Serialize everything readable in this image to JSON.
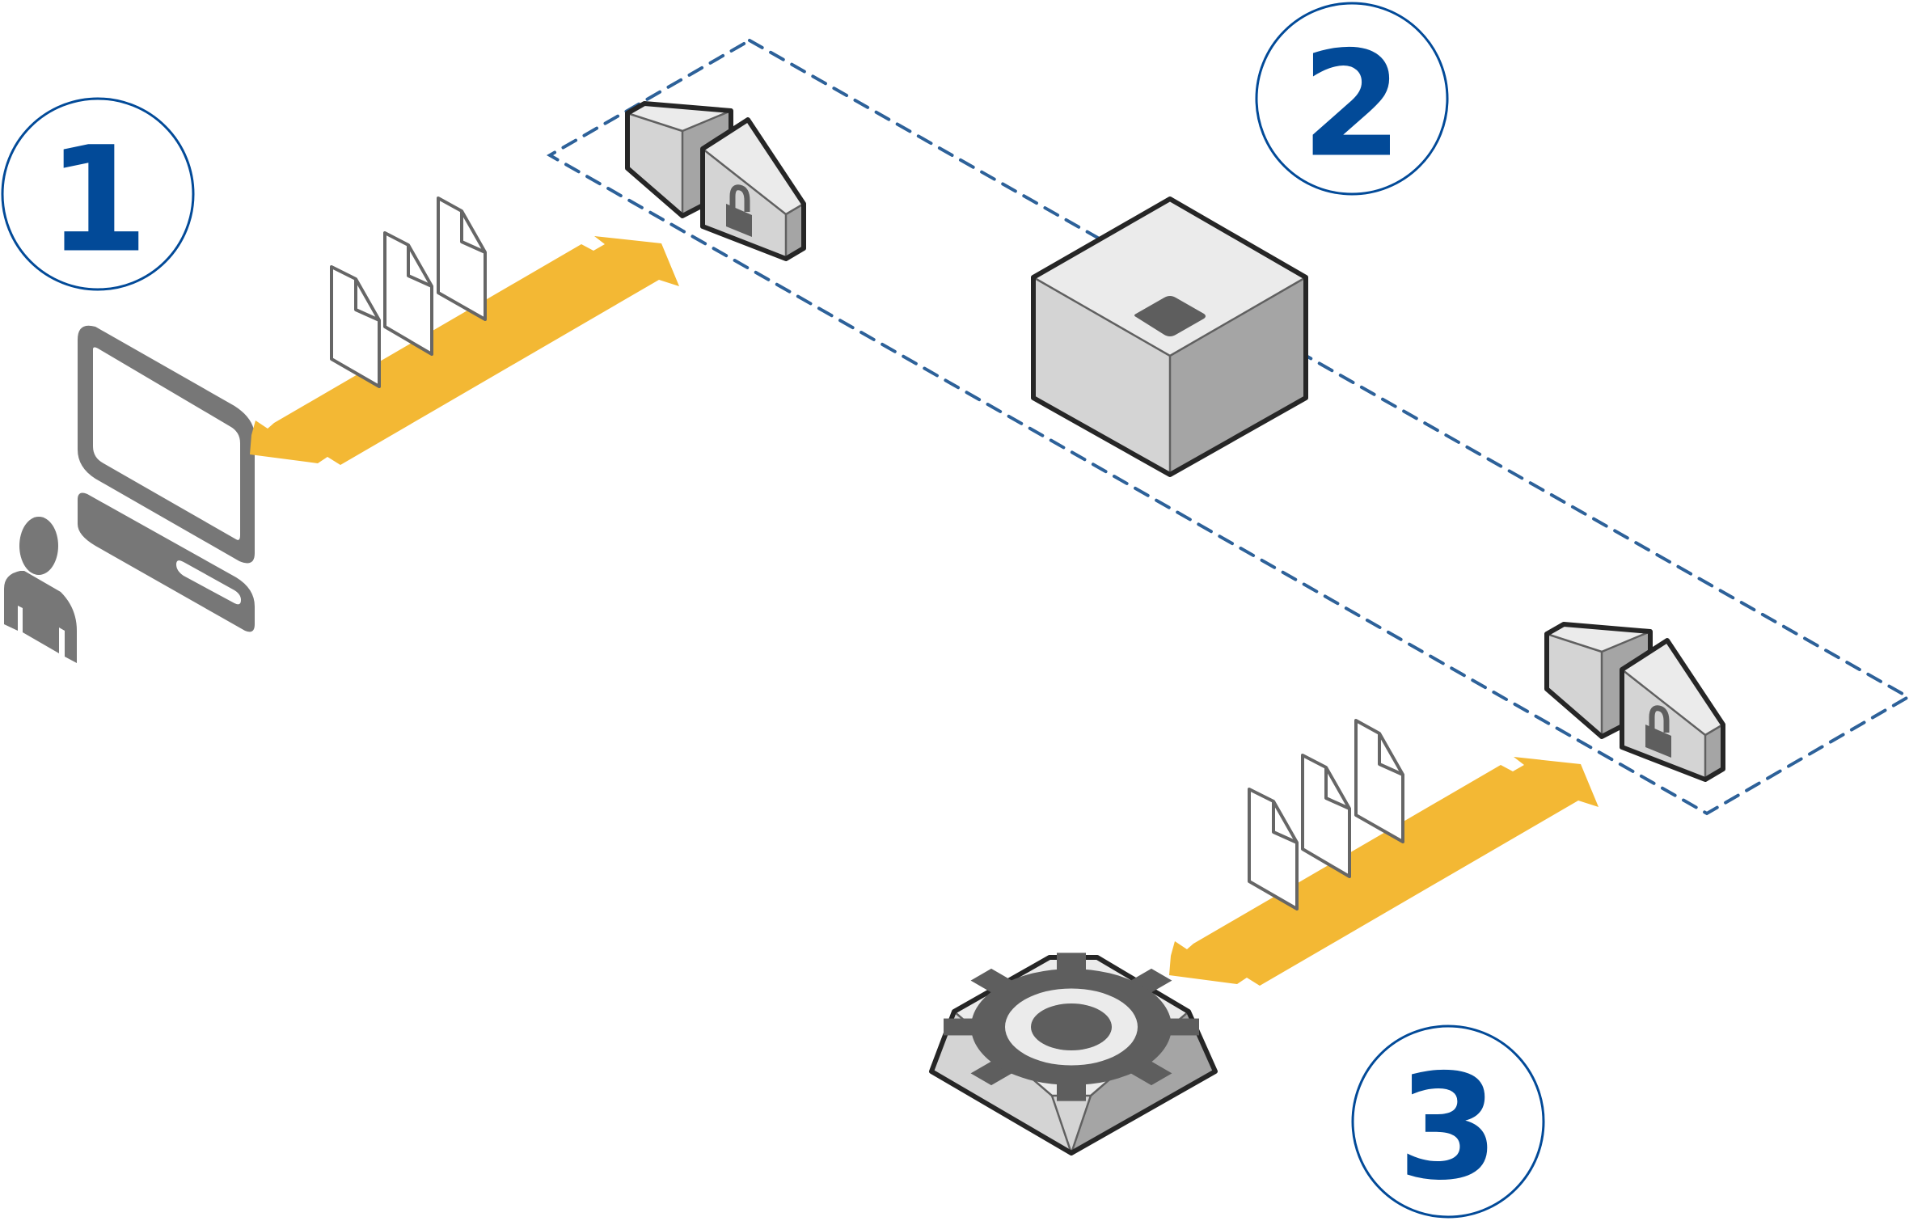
{
  "diagram": {
    "type": "isometric-network-flow",
    "colors": {
      "step_blue": "#024a98",
      "boundary_dash": "#2d6199",
      "flow_arrow": "#f3b834",
      "icon_gray": "#777777",
      "face_light": "#ebebeb",
      "face_mid": "#d4d4d4",
      "face_dark": "#a5a5a5",
      "glyph_dark": "#5e5e5e",
      "outline": "#262626"
    },
    "steps": [
      {
        "number": "1",
        "label": "client-workstation-step"
      },
      {
        "number": "2",
        "label": "secured-network-step"
      },
      {
        "number": "3",
        "label": "processing-service-step"
      }
    ],
    "nodes": [
      {
        "id": "user-workstation",
        "icon": "user-computer-icon",
        "description": "User at a desktop computer"
      },
      {
        "id": "firewall-entry",
        "icon": "firewall-lock-icon",
        "description": "Firewall with padlock at network entry"
      },
      {
        "id": "central-server",
        "icon": "server-cube-icon",
        "description": "Central server block"
      },
      {
        "id": "firewall-exit",
        "icon": "firewall-lock-icon",
        "description": "Firewall with padlock at network exit"
      },
      {
        "id": "gear-service",
        "icon": "gear-service-icon",
        "description": "Processing service with gear"
      }
    ],
    "flows": [
      {
        "from": "user-workstation",
        "to": "firewall-entry",
        "bidirectional": true,
        "payload": "documents",
        "document_count": 3
      },
      {
        "from": "firewall-exit",
        "to": "gear-service",
        "bidirectional": true,
        "payload": "documents",
        "document_count": 3
      }
    ],
    "boundary": {
      "style": "dashed",
      "encloses": [
        "firewall-entry",
        "central-server",
        "firewall-exit"
      ]
    }
  }
}
